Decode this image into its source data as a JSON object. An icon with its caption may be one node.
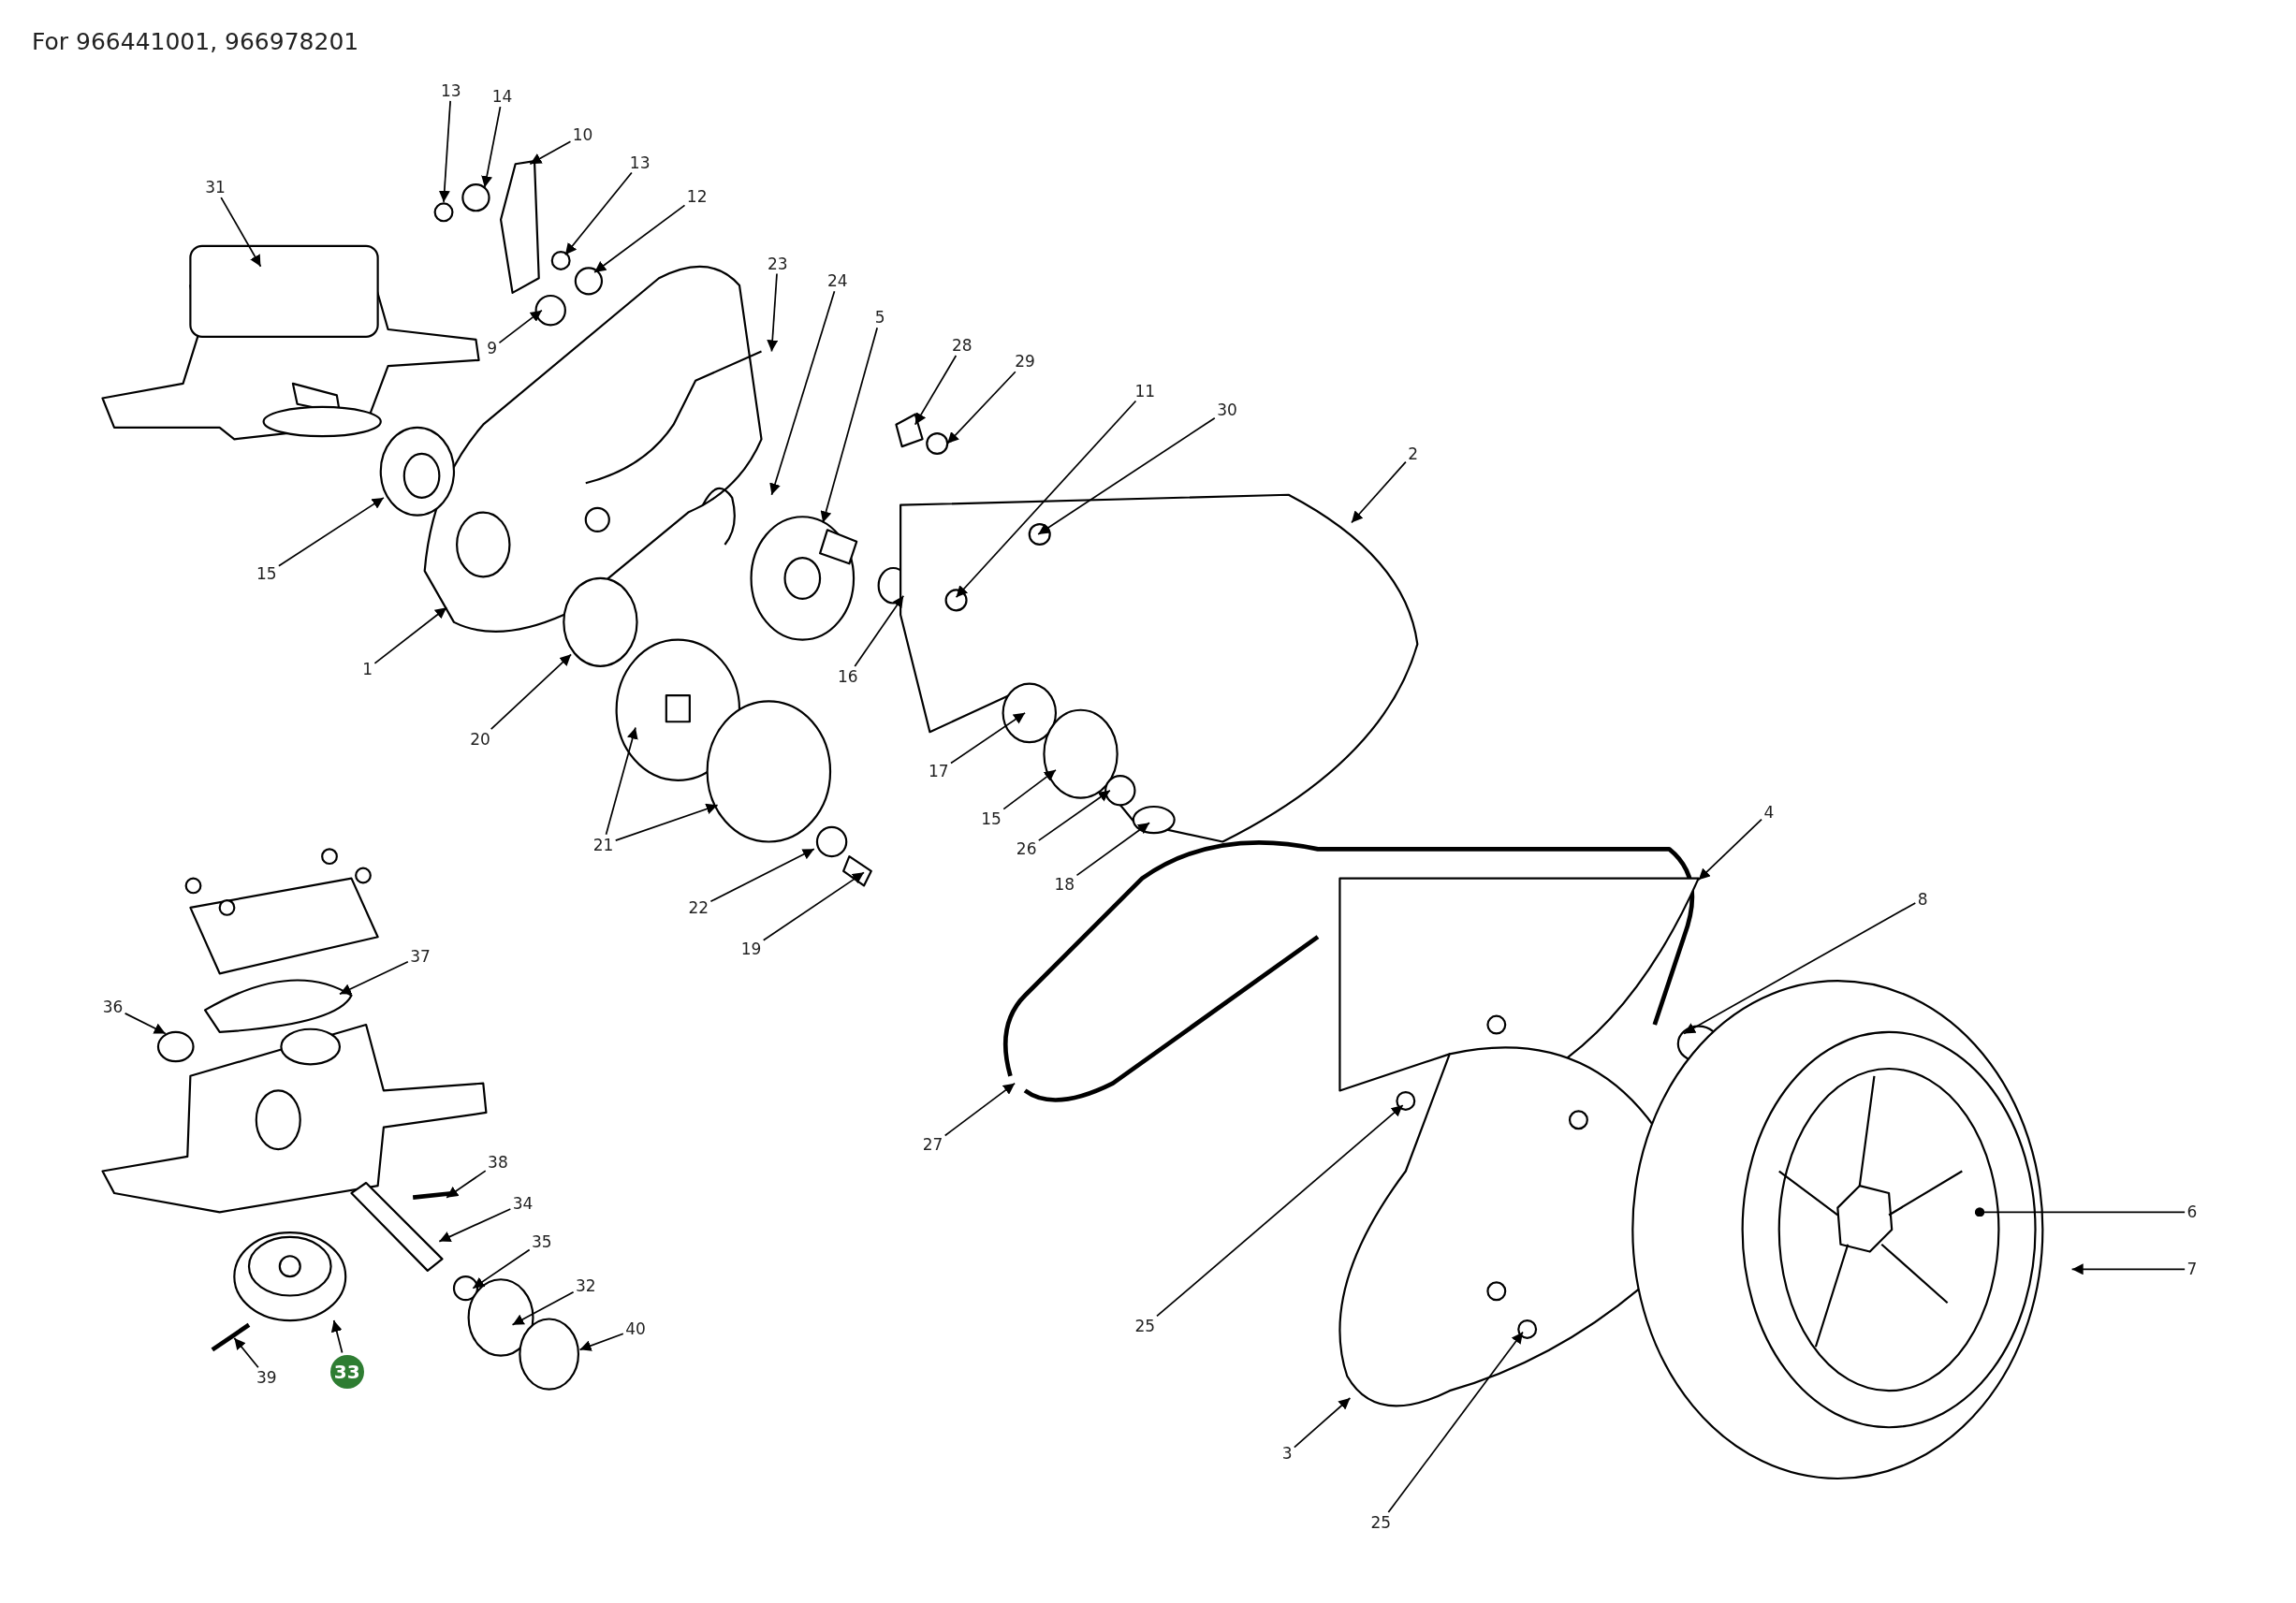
{
  "diagram": {
    "title": "For 966441001, 966978201",
    "nodes": [
      {
        "text": [
          "13"
        ]
      },
      {
        "text": [
          "14"
        ]
      },
      {
        "text": [
          "10"
        ]
      },
      {
        "text": [
          "13"
        ]
      },
      {
        "text": [
          "31"
        ]
      },
      {
        "text": [
          "12"
        ]
      },
      {
        "text": [
          "23"
        ]
      },
      {
        "text": [
          "24"
        ]
      },
      {
        "text": [
          "5"
        ]
      },
      {
        "text": [
          "28"
        ]
      },
      {
        "text": [
          "9"
        ]
      },
      {
        "text": [
          "29"
        ]
      },
      {
        "text": [
          "11"
        ]
      },
      {
        "text": [
          "30"
        ]
      },
      {
        "text": [
          "2"
        ]
      },
      {
        "text": [
          "15"
        ]
      },
      {
        "text": [
          "1"
        ]
      },
      {
        "text": [
          "16"
        ]
      },
      {
        "text": [
          "20"
        ]
      },
      {
        "text": [
          "17"
        ]
      },
      {
        "text": [
          "4"
        ]
      },
      {
        "text": [
          "15"
        ]
      },
      {
        "text": [
          "21"
        ]
      },
      {
        "text": [
          "26"
        ]
      },
      {
        "text": [
          "18"
        ]
      },
      {
        "text": [
          "8"
        ]
      },
      {
        "text": [
          "22"
        ]
      },
      {
        "text": [
          "19"
        ]
      },
      {
        "text": [
          "37"
        ]
      },
      {
        "text": [
          "36"
        ]
      },
      {
        "text": [
          "27"
        ]
      },
      {
        "text": [
          "38"
        ]
      },
      {
        "text": [
          "34"
        ]
      },
      {
        "text": [
          "6"
        ]
      },
      {
        "text": [
          "35"
        ]
      },
      {
        "text": [
          "7"
        ]
      },
      {
        "text": [
          "32"
        ]
      },
      {
        "text": [
          "40"
        ]
      },
      {
        "text": [
          "25"
        ]
      },
      {
        "text": [
          "33"
        ]
      },
      {
        "text": [
          "39"
        ]
      },
      {
        "text": [
          "3"
        ]
      },
      {
        "text": [
          "25"
        ]
      }
    ],
    "edges": [
      {
        "from": 0,
        "to": null,
        "arrow": "to"
      },
      {
        "from": 1,
        "to": null,
        "arrow": "to"
      },
      {
        "from": 2,
        "to": null,
        "arrow": "to"
      },
      {
        "from": 3,
        "to": null,
        "arrow": "to"
      },
      {
        "from": 4,
        "to": null,
        "arrow": "to"
      },
      {
        "from": 5,
        "to": null,
        "arrow": "to"
      },
      {
        "from": 6,
        "to": null,
        "arrow": "to"
      },
      {
        "from": 7,
        "to": null,
        "arrow": "to"
      },
      {
        "from": 8,
        "to": null,
        "arrow": "to"
      },
      {
        "from": 9,
        "to": null,
        "arrow": "to"
      },
      {
        "from": 10,
        "to": null,
        "arrow": "to"
      },
      {
        "from": 11,
        "to": null,
        "arrow": "to"
      },
      {
        "from": 12,
        "to": null,
        "arrow": "to"
      },
      {
        "from": 13,
        "to": null,
        "arrow": "to"
      },
      {
        "from": 14,
        "to": null,
        "arrow": "to"
      },
      {
        "from": 15,
        "to": null,
        "arrow": "to"
      },
      {
        "from": 16,
        "to": null,
        "arrow": "to"
      },
      {
        "from": 17,
        "to": null,
        "arrow": "to"
      },
      {
        "from": 18,
        "to": null,
        "arrow": "to"
      },
      {
        "from": 19,
        "to": null,
        "arrow": "to"
      },
      {
        "from": 20,
        "to": null,
        "arrow": "to"
      },
      {
        "from": 21,
        "to": null,
        "arrow": "to"
      },
      {
        "from": 22,
        "to": null,
        "arrow": "to"
      },
      {
        "from": 22,
        "to": null,
        "arrow": "to"
      },
      {
        "from": 23,
        "to": null,
        "arrow": "to"
      },
      {
        "from": 24,
        "to": null,
        "arrow": "to"
      },
      {
        "from": 25,
        "to": null,
        "arrow": "to"
      },
      {
        "from": 26,
        "to": null,
        "arrow": "to"
      },
      {
        "from": 27,
        "to": null,
        "arrow": "to"
      },
      {
        "from": 28,
        "to": null,
        "arrow": "to"
      },
      {
        "from": 29,
        "to": null,
        "arrow": "to"
      },
      {
        "from": 30,
        "to": null,
        "arrow": "to"
      },
      {
        "from": 31,
        "to": null,
        "arrow": "to"
      },
      {
        "from": 32,
        "to": null,
        "arrow": "to"
      },
      {
        "from": 33,
        "to": null,
        "arrow": "other"
      },
      {
        "from": 34,
        "to": null,
        "arrow": "to"
      },
      {
        "from": 35,
        "to": null,
        "arrow": "to"
      },
      {
        "from": 36,
        "to": null,
        "arrow": "to"
      },
      {
        "from": 37,
        "to": null,
        "arrow": "to"
      },
      {
        "from": 38,
        "to": null,
        "arrow": "to"
      },
      {
        "from": 39,
        "to": null,
        "arrow": "to"
      },
      {
        "from": 40,
        "to": null,
        "arrow": "to"
      },
      {
        "from": 41,
        "to": null,
        "arrow": "to"
      },
      {
        "from": 42,
        "to": null,
        "arrow": "to"
      }
    ]
  }
}
